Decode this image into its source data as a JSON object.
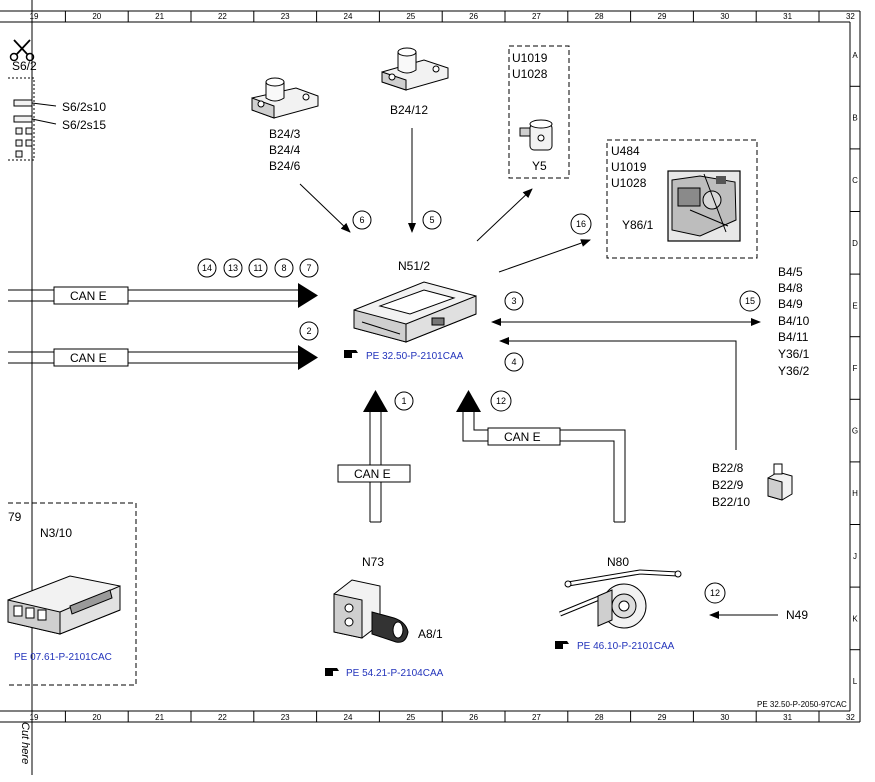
{
  "frame": {
    "columns": [
      "19",
      "20",
      "21",
      "22",
      "23",
      "24",
      "25",
      "26",
      "27",
      "28",
      "29",
      "30",
      "31",
      "32"
    ],
    "rows": [
      "A",
      "B",
      "C",
      "D",
      "E",
      "F",
      "G",
      "H",
      "J",
      "K",
      "L"
    ],
    "doc_ref": "PE 32.50-P-2050-97CAC",
    "cut_label": "Cut here"
  },
  "components": {
    "n51_2": "N51/2",
    "n73": "N73",
    "n80": "N80",
    "n3_10": "N3/10",
    "n3_10_partial": "79",
    "n49": "N49",
    "a8_1": "A8/1",
    "y5": "Y5",
    "y86_1": "Y86/1",
    "b24_12": "B24/12",
    "b24_group": [
      "B24/3",
      "B24/4",
      "B24/6"
    ],
    "y5_group": [
      "U1019",
      "U1028"
    ],
    "y86_group": [
      "U484",
      "U1019",
      "U1028"
    ],
    "b22_group": [
      "B22/8",
      "B22/9",
      "B22/10"
    ],
    "b4_group": [
      "B4/5",
      "B4/8",
      "B4/9",
      "B4/10",
      "B4/11",
      "Y36/1",
      "Y36/2"
    ],
    "s6_2_partial": "S6/2",
    "s6_2s10": "S6/2s10",
    "s6_2s15": "S6/2s15"
  },
  "bus_labels": {
    "can_top": "CAN E",
    "can_mid": "CAN E",
    "can_n73": "CAN E",
    "can_n80": "CAN E"
  },
  "circles": {
    "c14": "14",
    "c13": "13",
    "c11": "11",
    "c8": "8",
    "c7": "7",
    "c2": "2",
    "c6": "6",
    "c5": "5",
    "c16": "16",
    "c3": "3",
    "c15": "15",
    "c4": "4",
    "c1": "1",
    "c12a": "12",
    "c12b": "12"
  },
  "refs": {
    "n51_2_ref": "PE 32.50-P-2101CAA",
    "n73_ref": "PE 54.21-P-2104CAA",
    "n80_ref": "PE 46.10-P-2101CAA",
    "n3_10_ref": "PE 07.61-P-2101CAC"
  },
  "colors": {
    "link": "#2233bb",
    "line": "#000000"
  }
}
